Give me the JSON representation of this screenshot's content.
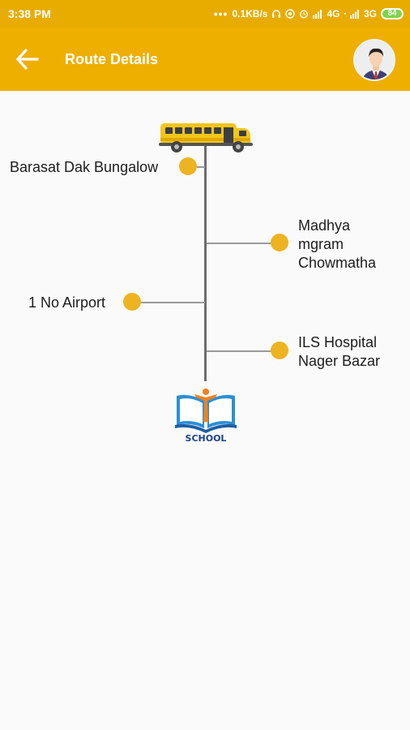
{
  "status": {
    "time": "3:38 PM",
    "speed": "0.1KB/s",
    "net1": "4G",
    "net2": "3G",
    "battery": "84"
  },
  "appbar": {
    "title": "Route Details",
    "back_icon": "arrow-left-icon",
    "avatar_icon": "user-avatar-icon"
  },
  "route": {
    "stops": [
      {
        "lines": [
          "Barasat Dak Bungalow"
        ]
      },
      {
        "lines": [
          "Madhya",
          "mgram",
          "Chowmatha"
        ]
      },
      {
        "lines": [
          "1 No Airport"
        ]
      },
      {
        "lines": [
          "ILS Hospital",
          "Nager Bazar"
        ]
      }
    ],
    "destination_label": "SCHOOL"
  },
  "colors": {
    "primary": "#efaf00",
    "statusbar": "#e8ac00",
    "stop_dot": "#edb320",
    "line": "#6d6d6d"
  }
}
